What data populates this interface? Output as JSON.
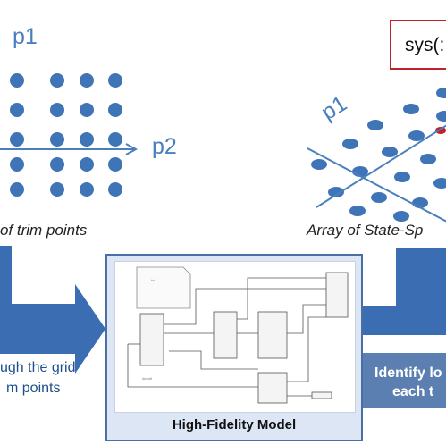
{
  "left_grid": {
    "axis_x_label": "p2",
    "axis_y_label": "p1",
    "caption": "of trim points"
  },
  "right_grid": {
    "axis_label": "p1",
    "caption": "Array of State-Sp",
    "sys_text": "sys(:"
  },
  "left_arrow": {
    "line1": "ugh the grid",
    "line2": "m points"
  },
  "model": {
    "title": "High-Fidelity Model"
  },
  "identify": {
    "line1": "Identify lo",
    "line2": "each t"
  },
  "colors": {
    "dot": "#3f74b6",
    "axis": "#4a7fbd",
    "arrow": "#3a6db1",
    "sys_border": "#c0212a",
    "identify_bg": "#5b7fb0"
  }
}
